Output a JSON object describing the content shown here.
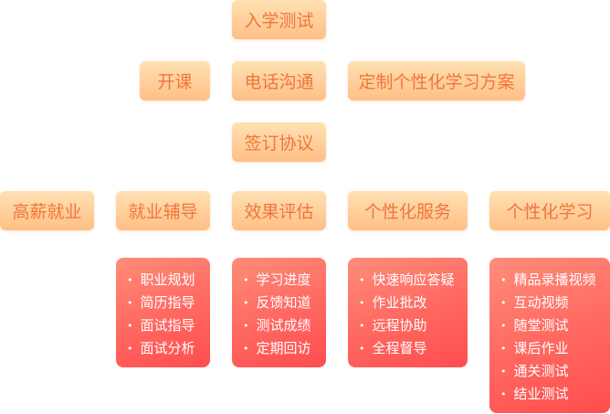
{
  "nodes": {
    "entrance_test": "入学测试",
    "start_class": "开课",
    "phone_talk": "电话沟通",
    "custom_plan": "定制个性化学习方案",
    "sign_agreement": "签订协议",
    "high_salary": "高薪就业",
    "job_coaching": "就业辅导",
    "evaluation": "效果评估",
    "personal_service": "个性化服务",
    "personal_learning": "个性化学习"
  },
  "lists": {
    "job_coaching": [
      "职业规划",
      "简历指导",
      "面试指导",
      "面试分析"
    ],
    "evaluation": [
      "学习进度",
      "反馈知道",
      "测试成绩",
      "定期回访"
    ],
    "personal_service": [
      "快速响应答疑",
      "作业批改",
      "远程协助",
      "全程督导"
    ],
    "personal_learning": [
      "精品录播视频",
      "互动视频",
      "随堂测试",
      "课后作业",
      "通关测试",
      "结业测试"
    ]
  }
}
